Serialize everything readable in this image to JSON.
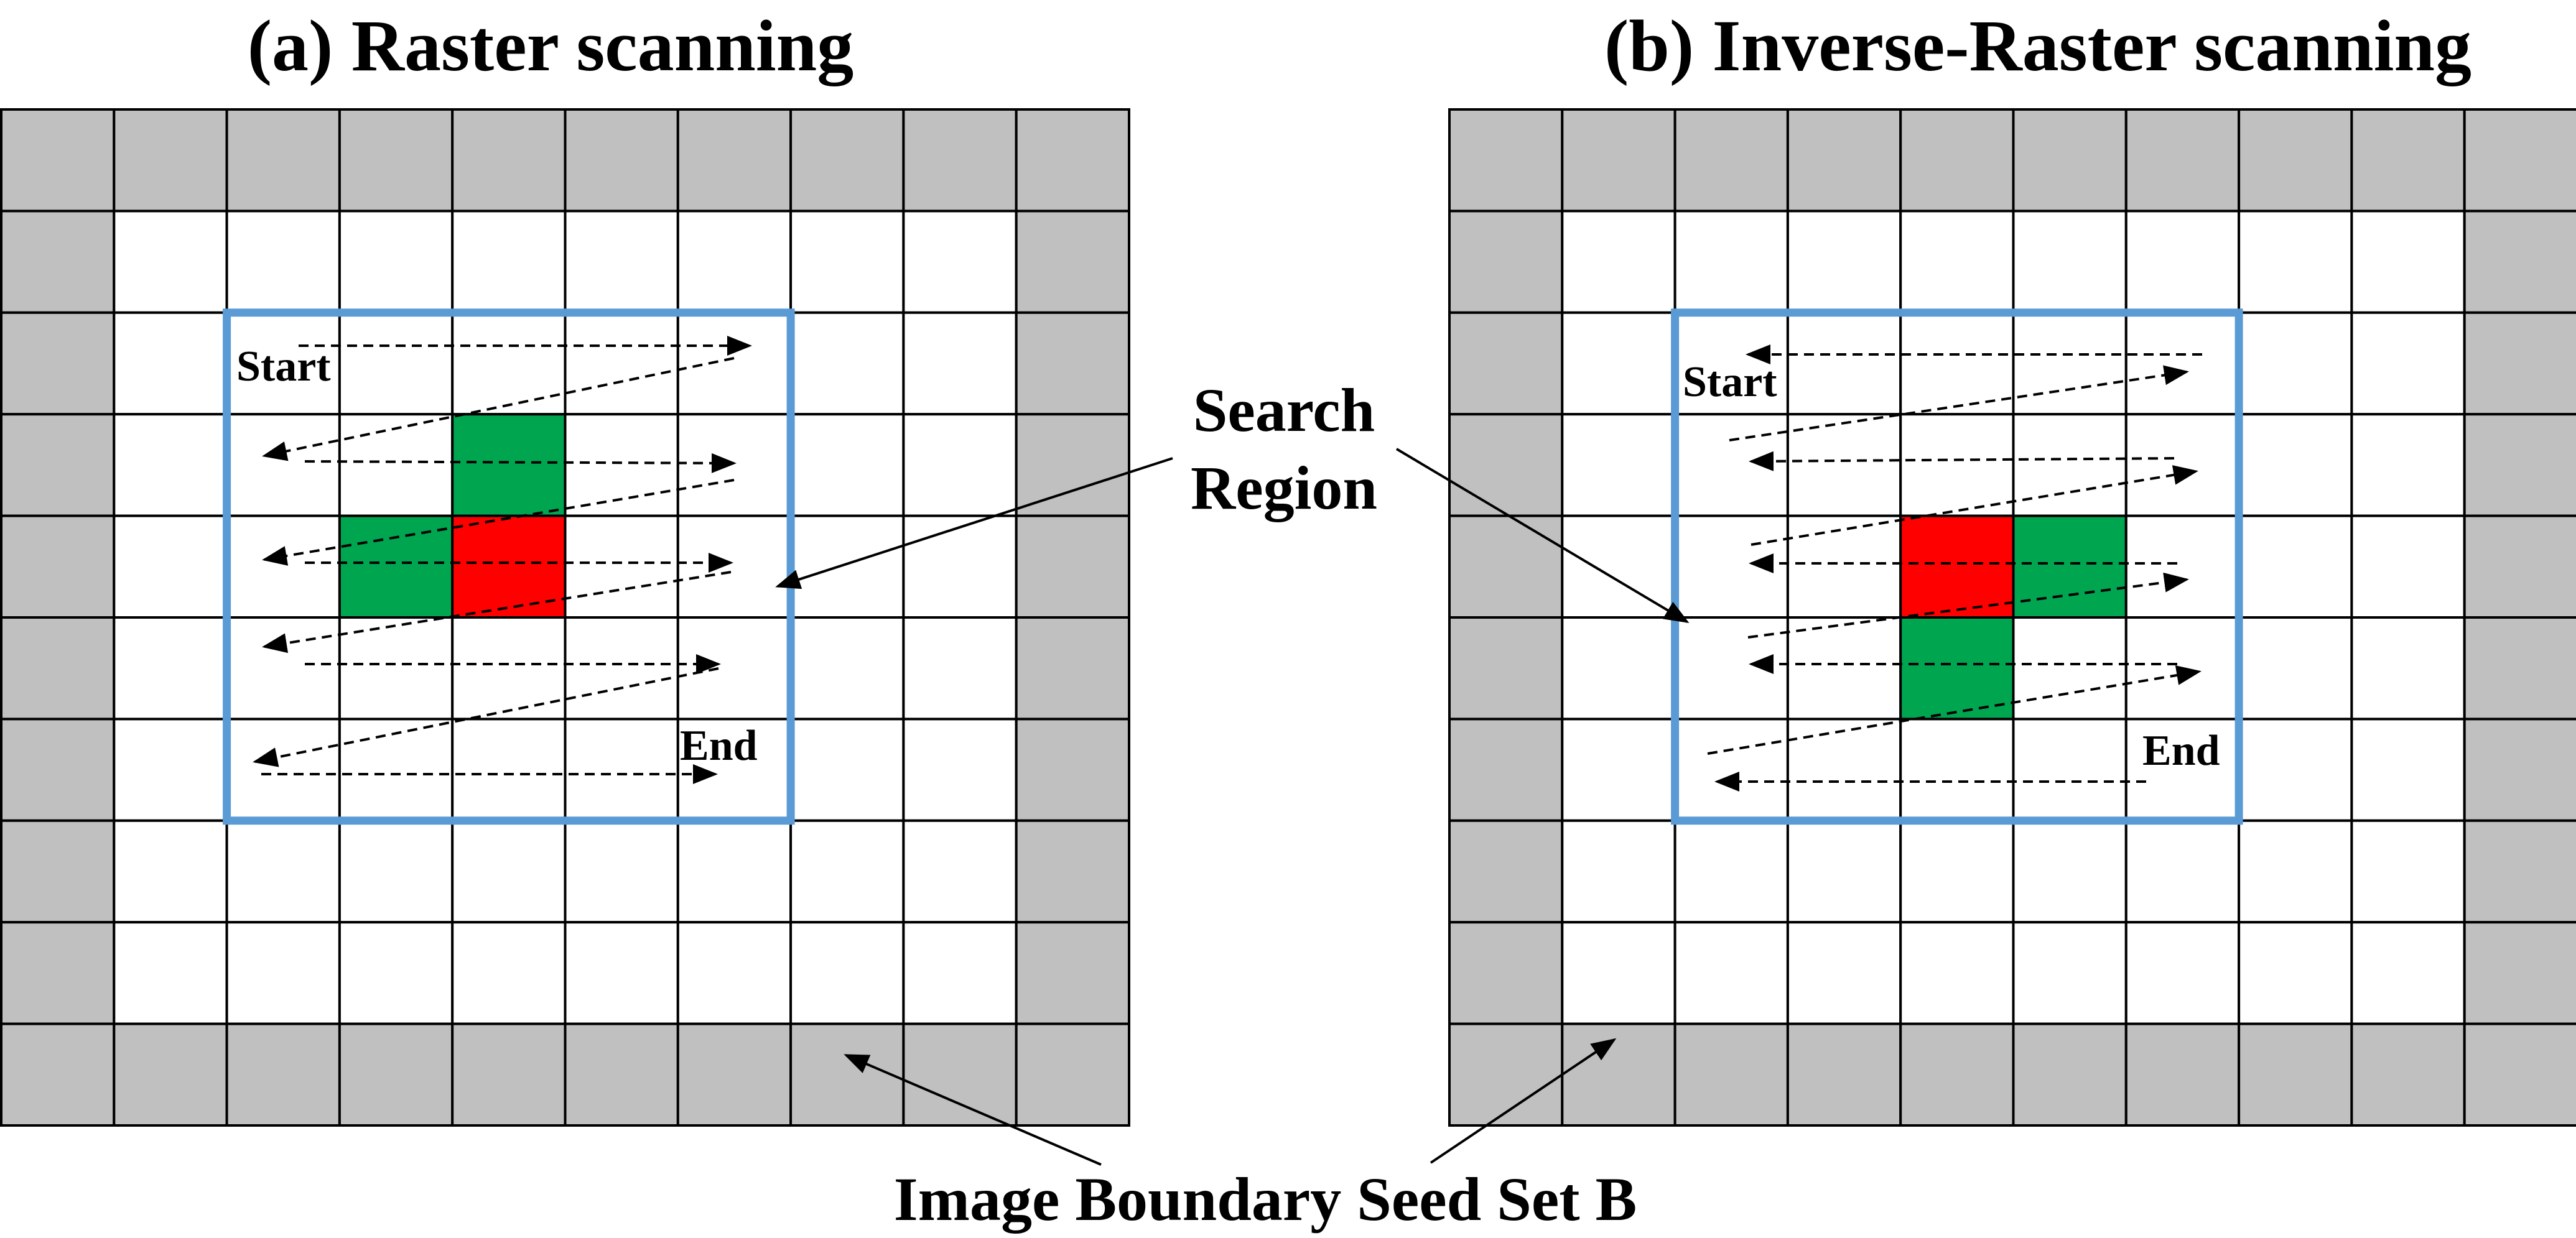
{
  "titles": {
    "left": "(a) Raster scanning",
    "right": "(b) Inverse-Raster scanning"
  },
  "labels": {
    "search_region_line1": "Search",
    "search_region_line2": "Region",
    "boundary": "Image Boundary Seed Set B",
    "start": "Start",
    "end": "End"
  },
  "grid": {
    "rows": 10,
    "cols": 10
  },
  "colors": {
    "boundary_cell": "#c0c0c0",
    "grid_line": "#000000",
    "search_region": "#5b9bd5",
    "current_pixel": "#ff0000",
    "neighbor_pixel": "#00a550",
    "arrow": "#000000"
  },
  "panels": [
    {
      "name": "raster",
      "search_region_cells": {
        "row_start": 2,
        "row_end": 6,
        "col_start": 2,
        "col_end": 6
      },
      "current_cell": [
        4,
        4
      ],
      "neighbor_cells": [
        [
          3,
          4
        ],
        [
          4,
          3
        ]
      ]
    },
    {
      "name": "inverse-raster",
      "search_region_cells": {
        "row_start": 2,
        "row_end": 6,
        "col_start": 2,
        "col_end": 6
      },
      "current_cell": [
        4,
        4
      ],
      "neighbor_cells": [
        [
          4,
          5
        ],
        [
          5,
          4
        ]
      ]
    }
  ]
}
